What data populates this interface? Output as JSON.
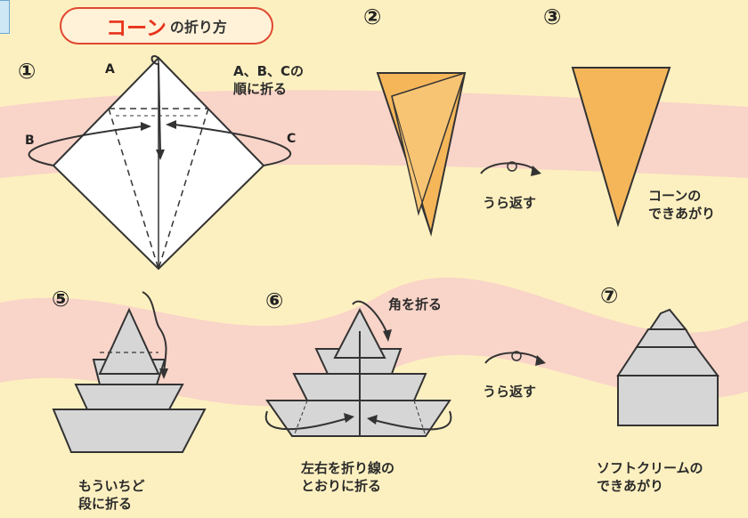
{
  "title": {
    "main": "コーン",
    "sub": "の折り方"
  },
  "steps": [
    "①",
    "②",
    "③",
    "⑤",
    "⑥",
    "⑦"
  ],
  "step1": {
    "letters": [
      "A",
      "B",
      "C"
    ],
    "instruction": [
      "A、B、Cの",
      "順に折る"
    ]
  },
  "step2": {
    "action": "うら返す"
  },
  "step3": {
    "caption": [
      "コーンの",
      "できあがり"
    ]
  },
  "step5": {
    "caption": [
      "もういちど",
      "段に折る"
    ]
  },
  "step6": {
    "top_note": "角を折る",
    "caption": [
      "左右を折り線の",
      "とおりに折る"
    ],
    "action": "うら返す"
  },
  "step7": {
    "caption": [
      "ソフトクリームの",
      "できあがり"
    ]
  },
  "colors": {
    "background": "#fdf0c0",
    "band": "#f9d4c8",
    "cone": "#f5b65a",
    "paper": "#ffffff",
    "grey_paper": "#d6d6d6",
    "accent": "#e8341c"
  }
}
